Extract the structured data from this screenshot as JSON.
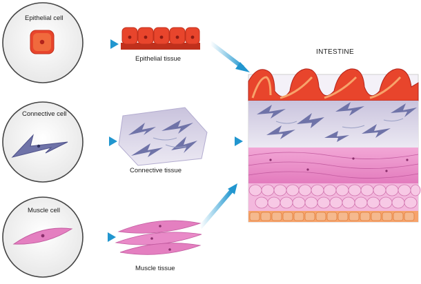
{
  "labels": {
    "epithelial_cell": "Epithelial cell",
    "epithelial_tissue": "Epithelial tissue",
    "connective_cell": "Connective cell",
    "connective_tissue": "Connective tissue",
    "muscle_cell": "Muscle cell",
    "muscle_tissue": "Muscle tissue",
    "organ": "INTESTINE"
  },
  "colors": {
    "epithelial": "#e8452c",
    "epithelial_light": "#f7a36b",
    "connective_bg": "#dcd6ea",
    "connective_cell": "#6f73a8",
    "muscle": "#e47fc0",
    "muscle_light": "#f3b8dd",
    "arrow": "#3aa7d8",
    "circle_fill": "#f4f4f4"
  }
}
